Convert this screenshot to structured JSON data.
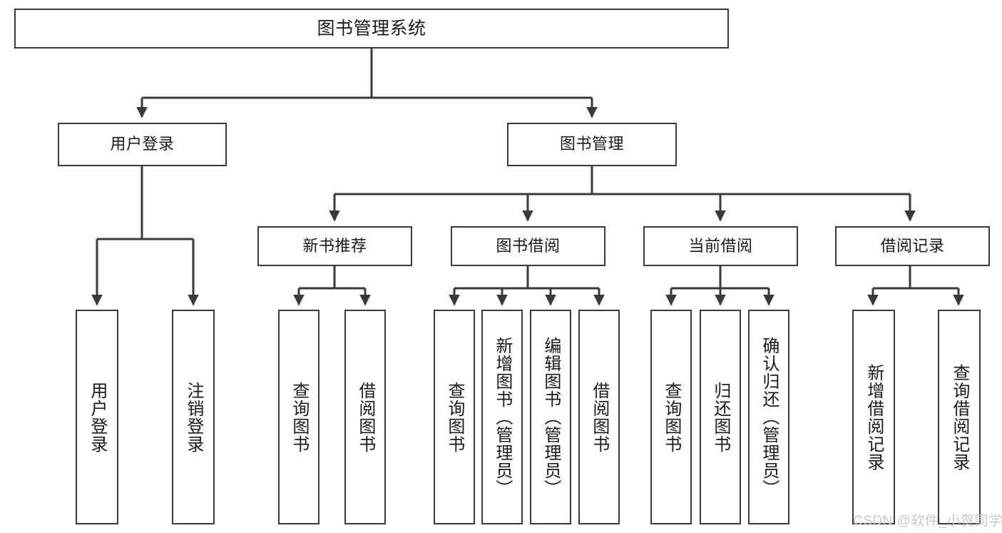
{
  "diagram": {
    "title": "图书管理系统",
    "type": "hierarchy-tree",
    "root": {
      "label": "图书管理系统"
    },
    "level1": [
      {
        "label": "用户登录"
      },
      {
        "label": "图书管理"
      }
    ],
    "level2": [
      {
        "label": "新书推荐"
      },
      {
        "label": "图书借阅"
      },
      {
        "label": "当前借阅"
      },
      {
        "label": "借阅记录"
      }
    ],
    "leaves": {
      "user_login": [
        {
          "label": "用户登录"
        },
        {
          "label": "注销登录"
        }
      ],
      "new_book_recommend": [
        {
          "label": "查询图书"
        },
        {
          "label": "借阅图书"
        }
      ],
      "book_borrow": [
        {
          "label": "查询图书"
        },
        {
          "label": "新增图书（管理员）"
        },
        {
          "label": "编辑图书（管理员）"
        },
        {
          "label": "借阅图书"
        }
      ],
      "current_borrow": [
        {
          "label": "查询图书"
        },
        {
          "label": "归还图书"
        },
        {
          "label": "确认归还（管理员）"
        }
      ],
      "borrow_record": [
        {
          "label": "新增借阅记录"
        },
        {
          "label": "查询借阅记录"
        }
      ]
    }
  },
  "watermark": {
    "text": "CSDN @软件_小贺同学"
  },
  "colors": {
    "background": "#ffffff",
    "box_border": "#3a3a3a",
    "box_fill": "#ffffff",
    "text": "#1a1a1a",
    "connector": "#3a3a3a",
    "watermark": "#c9c9c9"
  }
}
